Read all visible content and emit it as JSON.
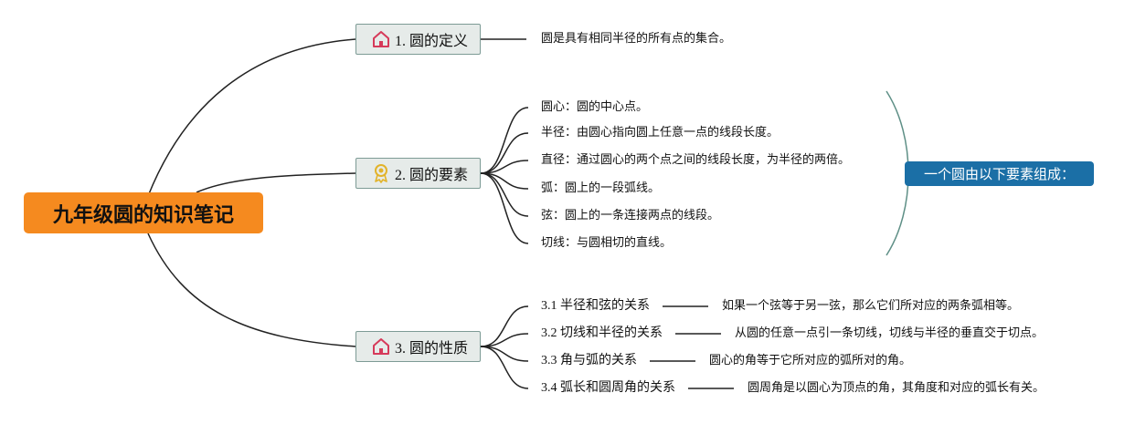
{
  "root": {
    "title": "九年级圆的知识笔记"
  },
  "branches": [
    {
      "label": "1. 圆的定义",
      "icon": "house-icon",
      "leaves": [
        "圆是具有相同半径的所有点的集合。"
      ]
    },
    {
      "label": "2. 圆的要素",
      "icon": "award-ribbon-icon",
      "leaves": [
        "圆心：圆的中心点。",
        "半径：由圆心指向圆上任意一点的线段长度。",
        "直径：通过圆心的两个点之间的线段长度，为半径的两倍。",
        "弧：圆上的一段弧线。",
        "弦：圆上的一条连接两点的线段。",
        "切线：与圆相切的直线。"
      ],
      "summary": "一个圆由以下要素组成："
    },
    {
      "label": "3. 圆的性质",
      "icon": "house-icon",
      "topics": [
        {
          "title": "3.1 半径和弦的关系",
          "detail": "如果一个弦等于另一弦，那么它们所对应的两条弧相等。"
        },
        {
          "title": "3.2 切线和半径的关系",
          "detail": "从圆的任意一点引一条切线，切线与半径的垂直交于切点。"
        },
        {
          "title": "3.3 角与弧的关系",
          "detail": "圆心的角等于它所对应的弧所对的角。"
        },
        {
          "title": "3.4 弧长和圆周角的关系",
          "detail": "圆周角是以圆心为顶点的角，其角度和对应的弧长有关。"
        }
      ]
    }
  ],
  "colors": {
    "root_fill": "#f58a1f",
    "branch_fill": "#e6ebe9",
    "branch_border": "#7d9b95",
    "line": "#222222",
    "brace": "#5e8f86",
    "summary_fill": "#1b6fa6",
    "house_icon": "#d63a5a",
    "award_icon": "#e2b32a"
  }
}
